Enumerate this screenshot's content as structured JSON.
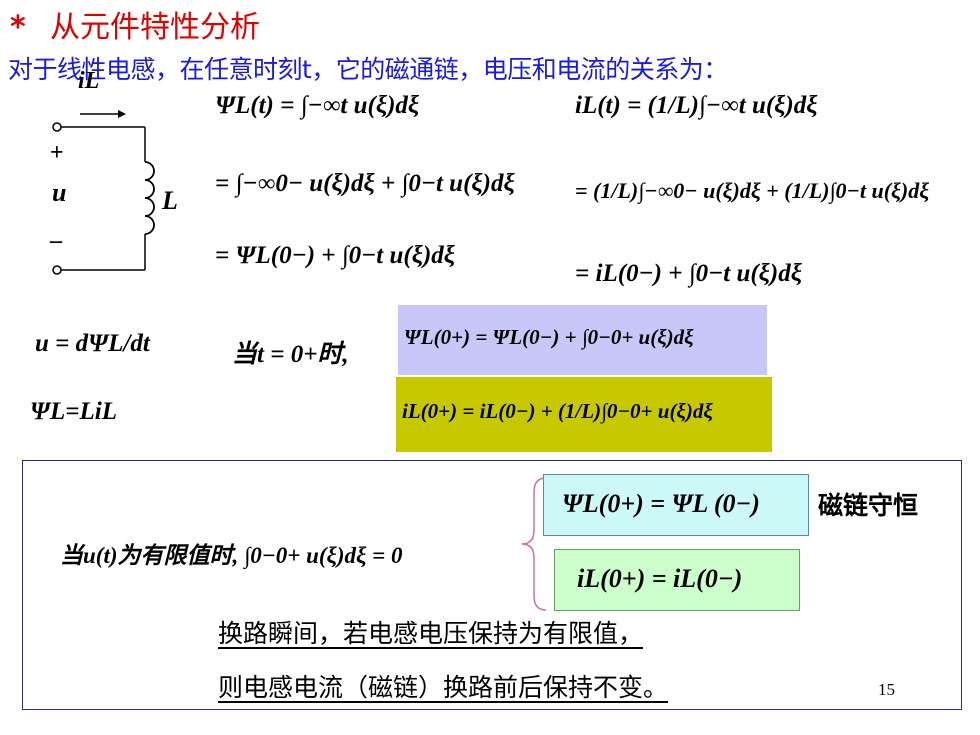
{
  "header": {
    "star": "*",
    "title": "从元件特性分析",
    "subtitle": "对于线性电感，在任意时刻t，它的磁通链，电压和电流的关系为："
  },
  "circuit": {
    "current_label": "iL",
    "plus": "+",
    "minus": "–",
    "voltage_label": "u",
    "inductor_label": "L"
  },
  "equations": {
    "psi_1": "ΨL(t) = ∫−∞t u(ξ)dξ",
    "psi_2": "= ∫−∞0− u(ξ)dξ + ∫0−t u(ξ)dξ",
    "psi_3": "= ΨL(0−) + ∫0−t u(ξ)dξ",
    "i_1": "iL(t) = (1/L)∫−∞t u(ξ)dξ",
    "i_2": "= (1/L)∫−∞0− u(ξ)dξ + (1/L)∫0−t u(ξ)dξ",
    "i_3": "= iL(0−) + ∫0−t u(ξ)dξ",
    "u_def": "u = dΨL/dt",
    "psi_def": "ΨL=LiL",
    "when_t0": "当t = 0+时,",
    "psi_0plus": "ΨL(0+) = ΨL(0−) + ∫0−0+ u(ξ)dξ",
    "i_0plus": "iL(0+) = iL(0−) + (1/L)∫0−0+ u(ξ)dξ"
  },
  "conclusion": {
    "condition": "当u(t)为有限值时, ∫0−0+ u(ξ)dξ = 0",
    "psi_conserve": "ΨL(0+) = ΨL (0−)",
    "psi_conserve_label": "磁链守恒",
    "i_conserve": "iL(0+) = iL(0−)",
    "line1": "换路瞬间，若电感电压保持为有限值，",
    "line2": "则电感电流（磁链）换路前后保持不变。",
    "page_number": "15"
  },
  "colors": {
    "title_red": "#e00000",
    "subtitle_blue": "#1a1ae6",
    "purple_box": "#c8c8f8",
    "olive_box": "#c8c800",
    "cyan_box": "#cdf8f8",
    "green_box": "#ccffcc"
  }
}
